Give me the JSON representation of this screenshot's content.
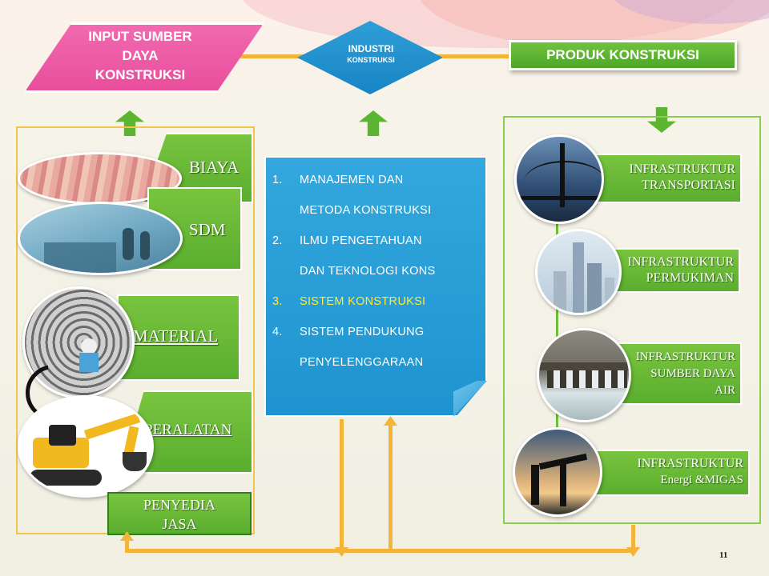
{
  "header": {
    "input_lines": [
      "INPUT SUMBER",
      "DAYA",
      "KONSTRUKSI"
    ],
    "industri_line1": "INDUSTRI",
    "industri_line2": "KONSTRUKSI",
    "produk": "PRODUK KONSTRUKSI"
  },
  "resources": [
    {
      "label": "BIAYA"
    },
    {
      "label": "SDM"
    },
    {
      "label": "MATERIAL"
    },
    {
      "label": "PERALATAN"
    }
  ],
  "penyedia": [
    "PENYEDIA",
    "JASA"
  ],
  "industry_list": [
    {
      "num": "1.",
      "text": "MANAJEMEN DAN",
      "highlight": false
    },
    {
      "num": "",
      "text": "METODA KONSTRUKSI",
      "highlight": false
    },
    {
      "num": "2.",
      "text": "ILMU PENGETAHUAN",
      "highlight": false
    },
    {
      "num": "",
      "text": "DAN TEKNOLOGI KONS",
      "highlight": false
    },
    {
      "num": "3.",
      "text": "SISTEM KONSTRUKSI",
      "highlight": true
    },
    {
      "num": "4.",
      "text": "SISTEM PENDUKUNG",
      "highlight": false
    },
    {
      "num": "",
      "text": "PENYELENGGARAAN",
      "highlight": false
    }
  ],
  "products": [
    {
      "lines": [
        "INFRASTRUKTUR",
        "TRANSPORTASI"
      ],
      "icon": "bridge-photo"
    },
    {
      "lines": [
        "INFRASTRUKTUR",
        "PERMUKIMAN"
      ],
      "icon": "city-photo"
    },
    {
      "lines": [
        "INFRASTRUKTUR",
        "SUMBER DAYA",
        "AIR"
      ],
      "icon": "dam-photo"
    },
    {
      "lines": [
        "INFRASTRUKTUR",
        "Energi &MIGAS"
      ],
      "icon": "oil-pump-photo"
    }
  ],
  "page_number": "11",
  "colors": {
    "green": "#5bb531",
    "blue": "#1f93cf",
    "pink": "#e94e9c",
    "orange": "#f2b53a",
    "highlight": "#ffe83a"
  }
}
